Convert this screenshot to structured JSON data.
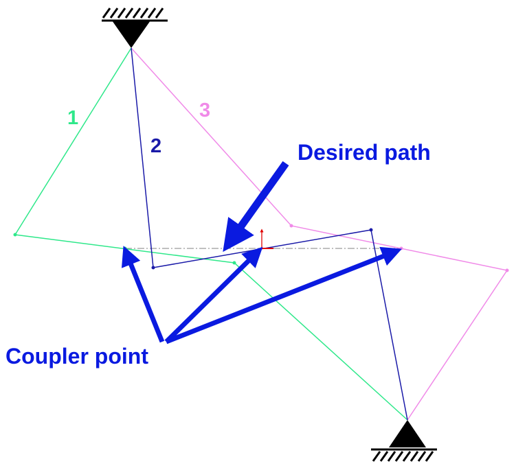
{
  "diagram": {
    "link_labels": {
      "link1": "1",
      "link2": "2",
      "link3": "3"
    },
    "annotations": {
      "desired_path": "Desired path",
      "coupler_point": "Coupler point"
    },
    "colors": {
      "link1": "#2ee88a",
      "link2": "#1a1aa8",
      "link3": "#f08ae8",
      "annotation": "#0a1ae0",
      "ground": "#000000",
      "path_line": "#9a9a9a",
      "axis_y": "#e00000"
    }
  }
}
